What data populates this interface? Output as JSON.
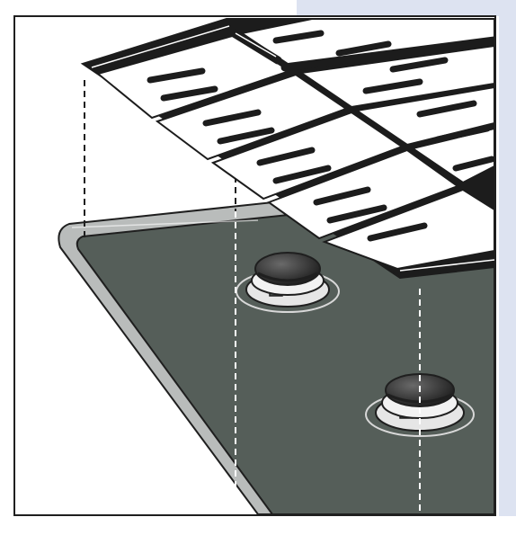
{
  "figure": {
    "subject": "cooktop-grate-installation",
    "colors": {
      "cooktop": "#555e59",
      "cooktop_edge": "#b9bcbb",
      "grate": "#1c1c1c",
      "burner_cap": "#3a3a3a",
      "guide_line": "#ffffff",
      "tab_fill": "#dde3f1"
    },
    "parts": [
      "grate",
      "cooktop",
      "burner-left",
      "burner-right",
      "alignment-guides"
    ]
  }
}
